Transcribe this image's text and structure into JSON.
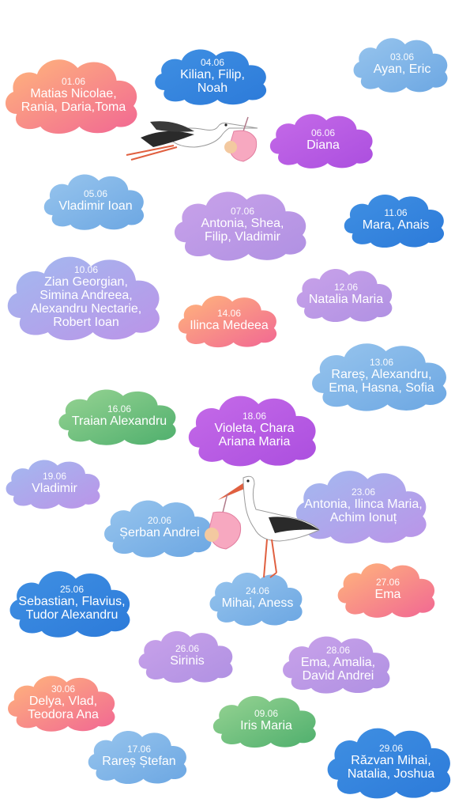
{
  "colors": {
    "blue": [
      "#2f86e0",
      "#1a6fd6"
    ],
    "lightblue": [
      "#8fc0ec",
      "#5f9fe0"
    ],
    "purple": [
      "#c05ee6",
      "#a43fdc"
    ],
    "lilac": [
      "#c49ae8",
      "#a987e0"
    ],
    "warm": [
      "#ffb070",
      "#f05a8a"
    ],
    "green": [
      "#8fd08a",
      "#3fa860"
    ],
    "bluepurple": [
      "#9ab4ee",
      "#b58ae6"
    ]
  },
  "clouds": [
    {
      "id": "0106",
      "date": "01.06",
      "names": "Matias Nicolae,\nRania, Daria,Toma",
      "palette": "warm"
    },
    {
      "id": "0406",
      "date": "04.06",
      "names": "Kilian, Filip,\nNoah",
      "palette": "blue"
    },
    {
      "id": "0306",
      "date": "03.06",
      "names": "Ayan, Eric",
      "palette": "lightblue"
    },
    {
      "id": "0606",
      "date": "06.06",
      "names": "Diana",
      "palette": "purple"
    },
    {
      "id": "0506",
      "date": "05.06",
      "names": "Vladimir Ioan",
      "palette": "lightblue"
    },
    {
      "id": "0706",
      "date": "07.06",
      "names": "Antonia, Shea,\nFilip, Vladimir",
      "palette": "lilac"
    },
    {
      "id": "1106",
      "date": "11.06",
      "names": "Mara, Anais",
      "palette": "blue"
    },
    {
      "id": "1006",
      "date": "10.06",
      "names": "Zian Georgian,\nSimina Andreea,\nAlexandru Nectarie,\nRobert Ioan",
      "palette": "bluepurple"
    },
    {
      "id": "1206",
      "date": "12.06",
      "names": "Natalia Maria",
      "palette": "lilac"
    },
    {
      "id": "1406",
      "date": "14.06",
      "names": "Ilinca Medeea",
      "palette": "warm"
    },
    {
      "id": "1306",
      "date": "13.06",
      "names": "Rareș, Alexandru,\nEma, Hasna, Sofia",
      "palette": "lightblue"
    },
    {
      "id": "1606",
      "date": "16.06",
      "names": "Traian Alexandru",
      "palette": "green"
    },
    {
      "id": "1806",
      "date": "18.06",
      "names": "Violeta, Chara\nAriana Maria",
      "palette": "purple"
    },
    {
      "id": "1906",
      "date": "19.06",
      "names": "Vladimir",
      "palette": "bluepurple"
    },
    {
      "id": "2306",
      "date": "23.06",
      "names": "Antonia, Ilinca Maria,\nAchim Ionuț",
      "palette": "bluepurple"
    },
    {
      "id": "2006",
      "date": "20.06",
      "names": "Șerban Andrei",
      "palette": "lightblue"
    },
    {
      "id": "2506",
      "date": "25.06",
      "names": "Sebastian, Flavius,\nTudor Alexandru",
      "palette": "blue"
    },
    {
      "id": "2406",
      "date": "24.06",
      "names": "Mihai, Aness",
      "palette": "lightblue"
    },
    {
      "id": "2706",
      "date": "27.06",
      "names": "Ema",
      "palette": "warm"
    },
    {
      "id": "2606",
      "date": "26.06",
      "names": "Sirinis",
      "palette": "lilac"
    },
    {
      "id": "2806",
      "date": "28.06",
      "names": "Ema, Amalia,\nDavid Andrei",
      "palette": "lilac"
    },
    {
      "id": "3006",
      "date": "30.06",
      "names": "Delya, Vlad,\nTeodora Ana",
      "palette": "warm"
    },
    {
      "id": "0906",
      "date": "09.06",
      "names": "Iris Maria",
      "palette": "green"
    },
    {
      "id": "1706",
      "date": "17.06",
      "names": "Rareș Ștefan",
      "palette": "lightblue"
    },
    {
      "id": "2906",
      "date": "29.06",
      "names": "Răzvan Mihai,\nNatalia, Joshua",
      "palette": "blue"
    }
  ]
}
